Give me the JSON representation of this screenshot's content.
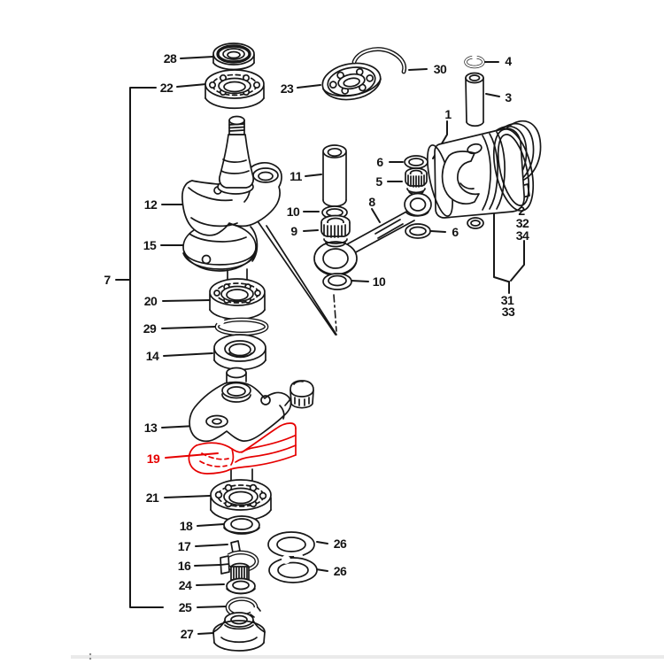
{
  "diagram": {
    "type": "exploded-parts-diagram",
    "subject": "Crankshaft and piston assembly parts fiche",
    "line_color": "#171717",
    "highlight_color": "#e60000",
    "highlighted_part_number": "19",
    "background_color": "#ffffff"
  },
  "labels": {
    "l28": "28",
    "l22": "22",
    "l23": "23",
    "l30": "30",
    "l4": "4",
    "l3": "3",
    "l1": "1",
    "l11": "11",
    "l10a": "10",
    "l9": "9",
    "l12": "12",
    "l15": "15",
    "l7": "7",
    "l6a": "6",
    "l5": "5",
    "l8": "8",
    "l6b": "6",
    "l10b": "10",
    "l2": "2",
    "l32": "32",
    "l34": "34",
    "l31": "31",
    "l33": "33",
    "l20": "20",
    "l29": "29",
    "l14": "14",
    "l13": "13",
    "l19": "19",
    "l21": "21",
    "l18": "18",
    "l17": "17",
    "l16": "16",
    "l24": "24",
    "l25": "25",
    "l27": "27",
    "l26a": "26",
    "l26b": "26"
  }
}
